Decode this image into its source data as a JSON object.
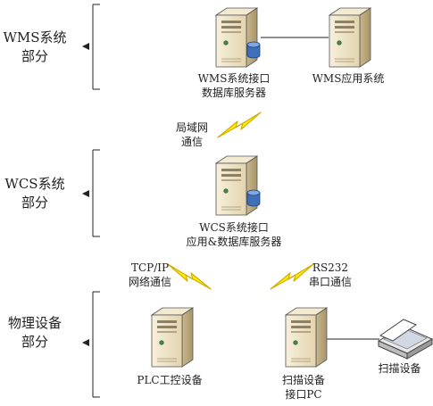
{
  "sections": [
    {
      "id": "wms",
      "label": "WMS系统\n部分"
    },
    {
      "id": "wcs",
      "label": "WCS系统\n部分"
    },
    {
      "id": "physical",
      "label": "物理设备\n部分"
    }
  ],
  "nodes": {
    "wms_interface_server": {
      "label": "WMS系统接口\n数据库服务器",
      "icon": "database-server-icon"
    },
    "wms_app_system": {
      "label": "WMS应用系统",
      "icon": "server-icon"
    },
    "wcs_interface_server": {
      "label": "WCS系统接口\n应用&数据库服务器",
      "icon": "database-server-icon"
    },
    "plc_control": {
      "label": "PLC工控设备",
      "icon": "server-icon"
    },
    "scanner_pc": {
      "label": "扫描设备\n接口PC",
      "icon": "server-icon"
    },
    "scanner": {
      "label": "扫描设备",
      "icon": "scanner-icon"
    }
  },
  "links": {
    "lan": {
      "label": "局域网\n通信"
    },
    "tcpip": {
      "label": "TCP/IP\n网络通信"
    },
    "rs232": {
      "label": "RS232\n串口通信"
    }
  },
  "colors": {
    "server_body": "#ede3c9",
    "server_shade": "#cbb98d",
    "disk": "#3f6fb8",
    "lightning_fill": "#fff200",
    "lightning_stroke": "#e1b800",
    "line": "#222222"
  }
}
